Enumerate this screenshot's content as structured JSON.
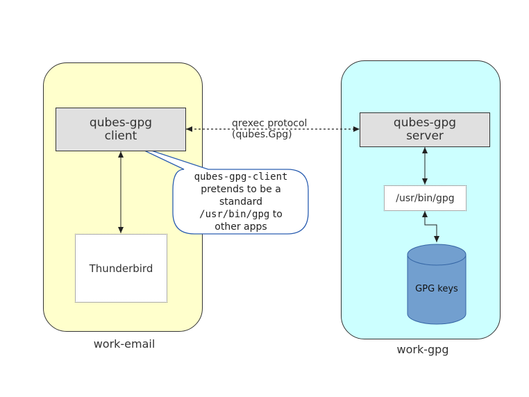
{
  "vms": {
    "left": {
      "label": "work-email",
      "color": "#ffffcc"
    },
    "right": {
      "label": "work-gpg",
      "color": "#ccffff"
    }
  },
  "client_box": {
    "line1": "qubes-gpg",
    "line2": "client"
  },
  "server_box": {
    "line1": "qubes-gpg",
    "line2": "server"
  },
  "thunderbird": {
    "label": "Thunderbird"
  },
  "gpg_bin": {
    "label": "/usr/bin/gpg"
  },
  "gpg_keys": {
    "label": "GPG keys",
    "color": "#729fcf"
  },
  "protocol": {
    "line1": "qrexec protocol",
    "line2": "(qubes.Gpg)"
  },
  "callout": {
    "line1": "qubes-gpg-client",
    "line2": "pretends to be a",
    "line3": "standard",
    "line4_code": "/usr/bin/gpg",
    "line4_rest": " to",
    "line5": "other apps",
    "border_color": "#2a5db0"
  }
}
